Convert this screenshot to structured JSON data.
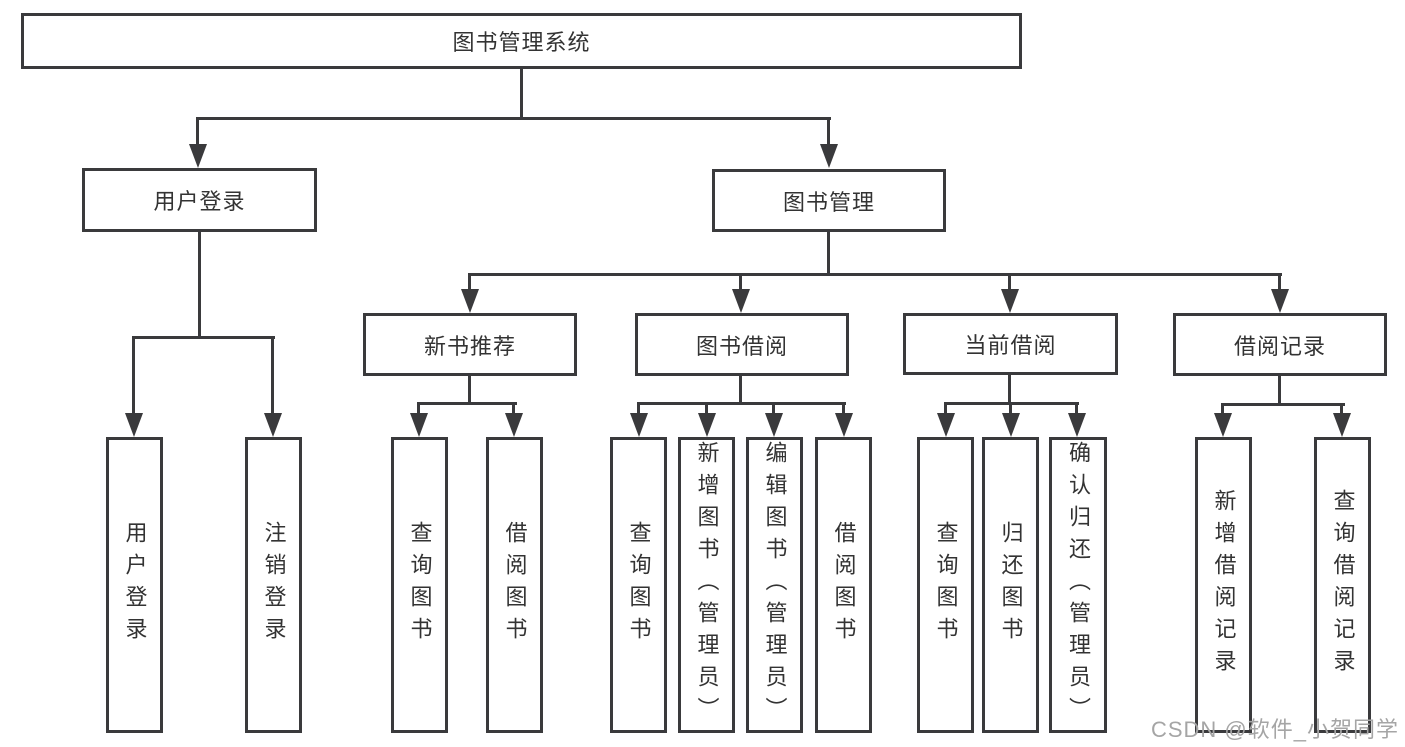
{
  "colors": {
    "line": "#3a3a3c",
    "text": "#333333",
    "bg": "#ffffff",
    "watermark": "#a5a5a5"
  },
  "watermark": {
    "text": "CSDN @软件_小贺同学"
  },
  "tree": {
    "root": {
      "label": "图书管理系统",
      "children": [
        {
          "label": "用户登录",
          "children": [
            {
              "label": "用户登录"
            },
            {
              "label": "注销登录"
            }
          ]
        },
        {
          "label": "图书管理",
          "children": [
            {
              "label": "新书推荐",
              "children": [
                {
                  "label": "查询图书"
                },
                {
                  "label": "借阅图书"
                }
              ]
            },
            {
              "label": "图书借阅",
              "children": [
                {
                  "label": "查询图书"
                },
                {
                  "label": "新增图书（管理员）"
                },
                {
                  "label": "编辑图书（管理员）"
                },
                {
                  "label": "借阅图书"
                }
              ]
            },
            {
              "label": "当前借阅",
              "children": [
                {
                  "label": "查询图书"
                },
                {
                  "label": "归还图书"
                },
                {
                  "label": "确认归还（管理员）"
                }
              ]
            },
            {
              "label": "借阅记录",
              "children": [
                {
                  "label": "新增借阅记录"
                },
                {
                  "label": "查询借阅记录"
                }
              ]
            }
          ]
        }
      ]
    }
  }
}
